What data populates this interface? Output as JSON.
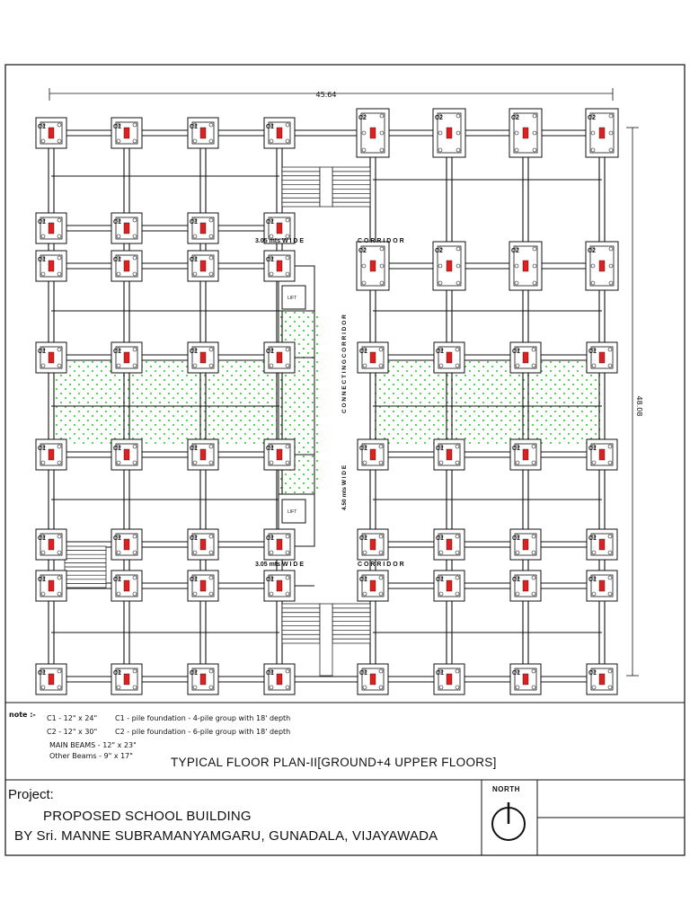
{
  "dimensions": {
    "width_label": "45.64",
    "height_label": "48.08"
  },
  "column_labels": {
    "c1": "C1",
    "c2": "C2"
  },
  "corridor_labels": {
    "top_left": "3.05 mts  W I D E",
    "top_right": "C O R R I D O R",
    "bottom_left": "3.05 mts  W I D E",
    "bottom_right": "C O R R I D O R",
    "vertical_upper": "C O N N E C T I N G   C O R R I D O R",
    "vertical_lower": "4.50 mts  W I D E"
  },
  "lift_label": "LIFT",
  "notes": {
    "heading": "note :-",
    "line1_left": "C1 - 12\" x 24\"",
    "line1_right": "C1 - pile foundation - 4-pile group with  18' depth",
    "line2_left": "C2 - 12\" x 30\"",
    "line2_right": "C2 - pile foundation - 6-pile group with  18' depth",
    "line3": "MAIN BEAMS - 12\" x 23\"",
    "line4": "Other Beams -  9\" x 17\""
  },
  "plan_title": "TYPICAL FLOOR PLAN-II[GROUND+4 UPPER FLOORS]",
  "title_block": {
    "project_label": "Project:",
    "project_name": "PROPOSED SCHOOL BUILDING",
    "owner_line": "BY Sri. MANNE SUBRAMANYAMGARU, GUNADALA, VIJAYAWADA",
    "north_label": "NORTH"
  },
  "colors": {
    "lawn": "#22cc22",
    "pile": "#e02020",
    "ink": "#111111"
  }
}
